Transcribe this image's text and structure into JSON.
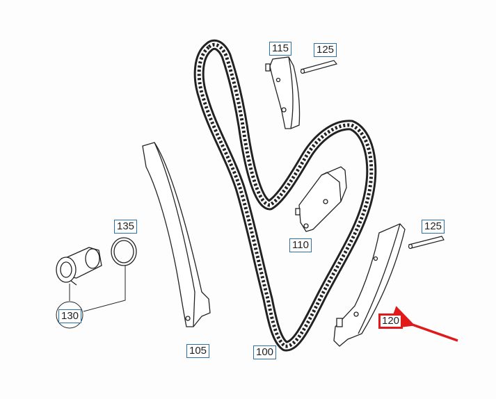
{
  "diagram": {
    "callouts": [
      {
        "id": "c115",
        "label": "115"
      },
      {
        "id": "c125a",
        "label": "125"
      },
      {
        "id": "c135",
        "label": "135"
      },
      {
        "id": "c125b",
        "label": "125"
      },
      {
        "id": "c110",
        "label": "110"
      },
      {
        "id": "c130",
        "label": "130"
      },
      {
        "id": "c120",
        "label": "120",
        "highlighted": true
      },
      {
        "id": "c105",
        "label": "105"
      },
      {
        "id": "c100",
        "label": "100"
      }
    ],
    "colors": {
      "line": "#222222",
      "callout_border": "#2a6fa8",
      "highlight": "#e01a1a"
    }
  }
}
